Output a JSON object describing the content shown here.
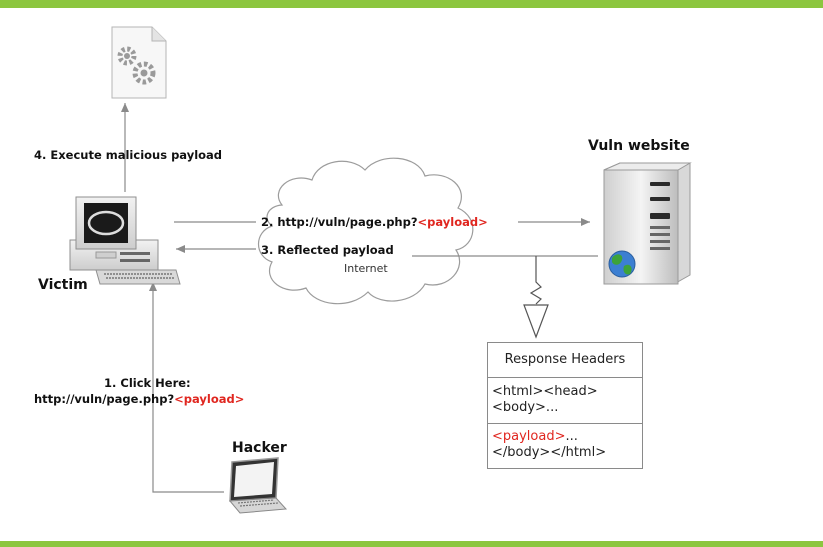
{
  "colors": {
    "accent_bar": "#8cc63f",
    "payload_red": "#e0261f"
  },
  "labels": {
    "step4": "4. Execute malicious payload",
    "victim": "Victim",
    "vuln_website": "Vuln website",
    "step2_prefix": "2. http://vuln/page.php?",
    "step2_payload": "<payload>",
    "step3": "3. Reflected payload",
    "internet": "Internet",
    "step1_line1": "1. Click Here:",
    "step1_url": "http://vuln/page.php?",
    "step1_payload": "<payload>",
    "hacker": "Hacker"
  },
  "response_box": {
    "title": "Response Headers",
    "section1_line1": "<html><head>",
    "section1_line2": "<body>...",
    "section2_payload": "<payload>",
    "section2_suffix": "...",
    "section2_line2": "</body></html>"
  },
  "icons": [
    "gear-document-icon",
    "desktop-computer-icon",
    "server-tower-icon",
    "globe-icon",
    "laptop-icon",
    "cloud-icon"
  ]
}
